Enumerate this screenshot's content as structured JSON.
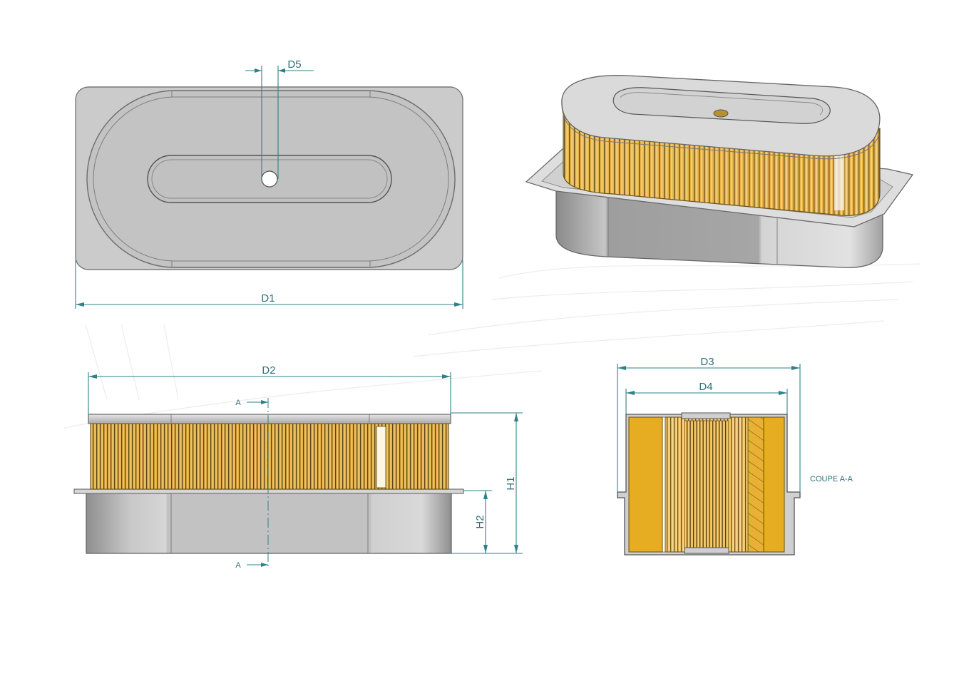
{
  "labels": {
    "d1": "D1",
    "d2": "D2",
    "d3": "D3",
    "d4": "D4",
    "d5": "D5",
    "h1": "H1",
    "h2": "H2",
    "section_mark_top": "A",
    "section_mark_bottom": "A",
    "section_title": "COUPE A-A"
  },
  "colors": {
    "dimension_line": "#2f8087",
    "filter_media": "#e8b64c",
    "section_fill": "#e6ad23",
    "metal": "#c9c9c9"
  }
}
